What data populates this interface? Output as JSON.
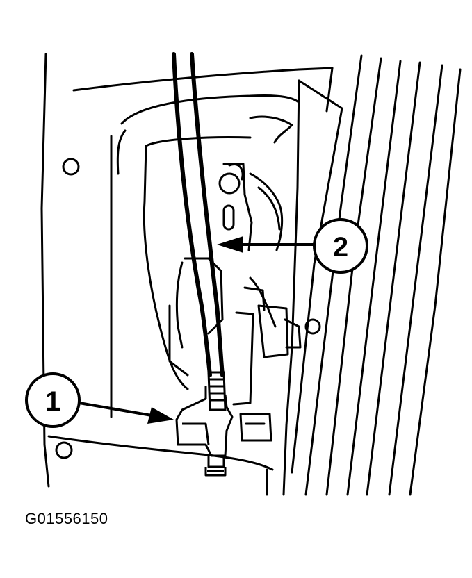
{
  "figure": {
    "id": "G01556150"
  },
  "callouts": [
    {
      "number": "1"
    },
    {
      "number": "2"
    }
  ],
  "colors": {
    "line": "#000000",
    "background": "#ffffff"
  }
}
